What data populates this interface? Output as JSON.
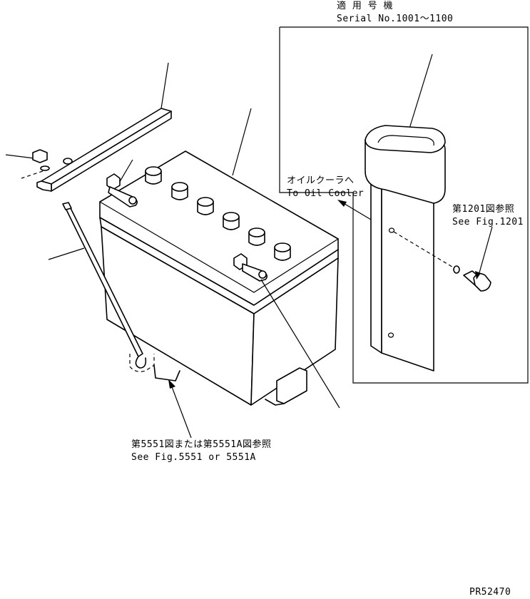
{
  "inset": {
    "label_jp": "適 用 号 機",
    "label_en": "Serial No.1001〜1100"
  },
  "callouts": {
    "oil_cooler_jp": "オイルクーラへ",
    "oil_cooler_en": "To Oil Cooler",
    "fig1201_jp": "第1201図参照",
    "fig1201_en": "See Fig.1201",
    "fig5551_jp": "第5551図または第5551A図参照",
    "fig5551_en": "See Fig.5551 or 5551A"
  },
  "drawing_number": "PR52470"
}
